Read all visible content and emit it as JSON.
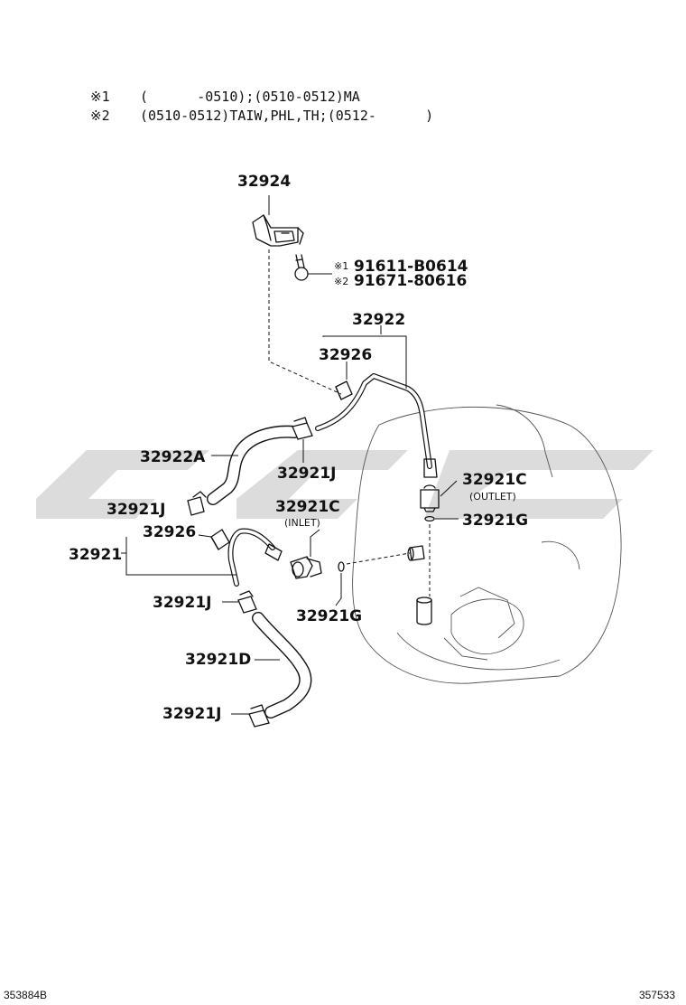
{
  "notes": [
    {
      "mark": "※1",
      "text": "(      -0510);(0510-0512)MA"
    },
    {
      "mark": "※2",
      "text": "(0510-0512)TAIW,PHL,TH;(0512-      )"
    }
  ],
  "labels": {
    "p32924": "32924",
    "bolt1_mark": "※1",
    "bolt1": "91611-B0614",
    "bolt2_mark": "※2",
    "bolt2": "91671-80616",
    "p32922": "32922",
    "p32926_top": "32926",
    "p32922A": "32922A",
    "p32921J_a": "32921J",
    "p32921C_outlet": "32921C",
    "outlet": "(OUTLET)",
    "p32921J_b": "32921J",
    "p32921C_inlet": "32921C",
    "inlet": "(INLET)",
    "p32921G_a": "32921G",
    "p32926_mid": "32926",
    "p32921": "32921",
    "p32921J_c": "32921J",
    "p32921G_b": "32921G",
    "p32921D": "32921D",
    "p32921J_d": "32921J"
  },
  "footer": {
    "left": "353884B",
    "right": "357533"
  },
  "colors": {
    "ink": "#111111",
    "watermark": "#d6d6d6"
  }
}
